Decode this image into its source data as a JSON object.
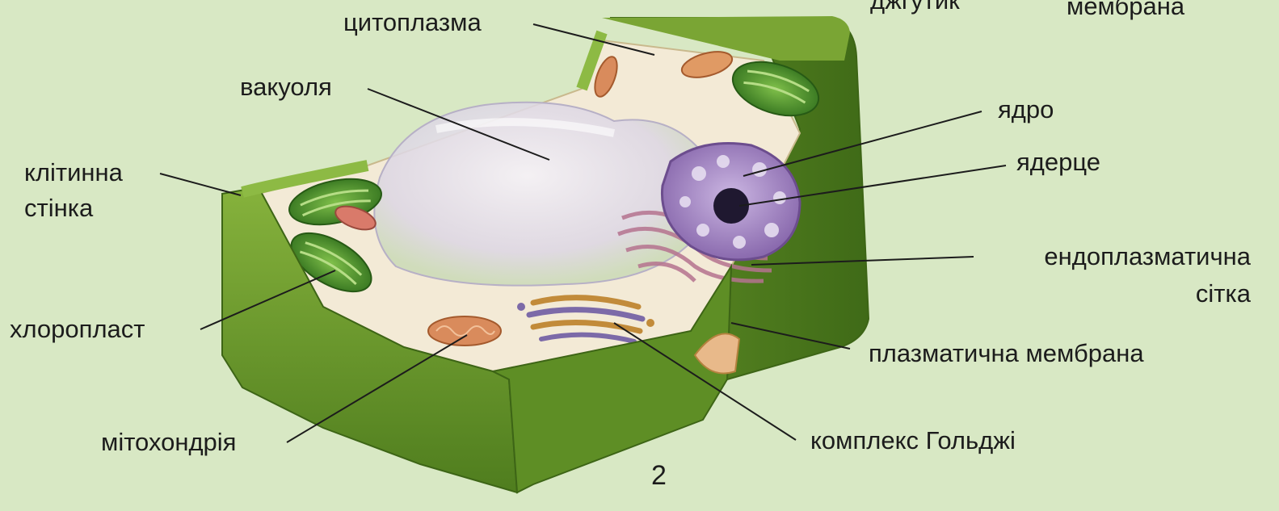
{
  "figure": {
    "number": "2",
    "background": "#d8e8c4",
    "wall_color": "#6f9b2e",
    "labels": {
      "flagellum_partial": "джгутик",
      "membrane_partial": "мембрана",
      "cytoplasm": "цитоплазма",
      "vacuole": "вакуоля",
      "cell_wall": "клітинна\nстінка",
      "chloroplast": "хлоропласт",
      "mitochondrion": "мітохондрія",
      "nucleus": "ядро",
      "nucleolus": "ядерце",
      "er": "ендоплазматична\nсітка",
      "plasma_membrane": "плазматична мембрана",
      "golgi": "комплекс Гольджі"
    }
  }
}
